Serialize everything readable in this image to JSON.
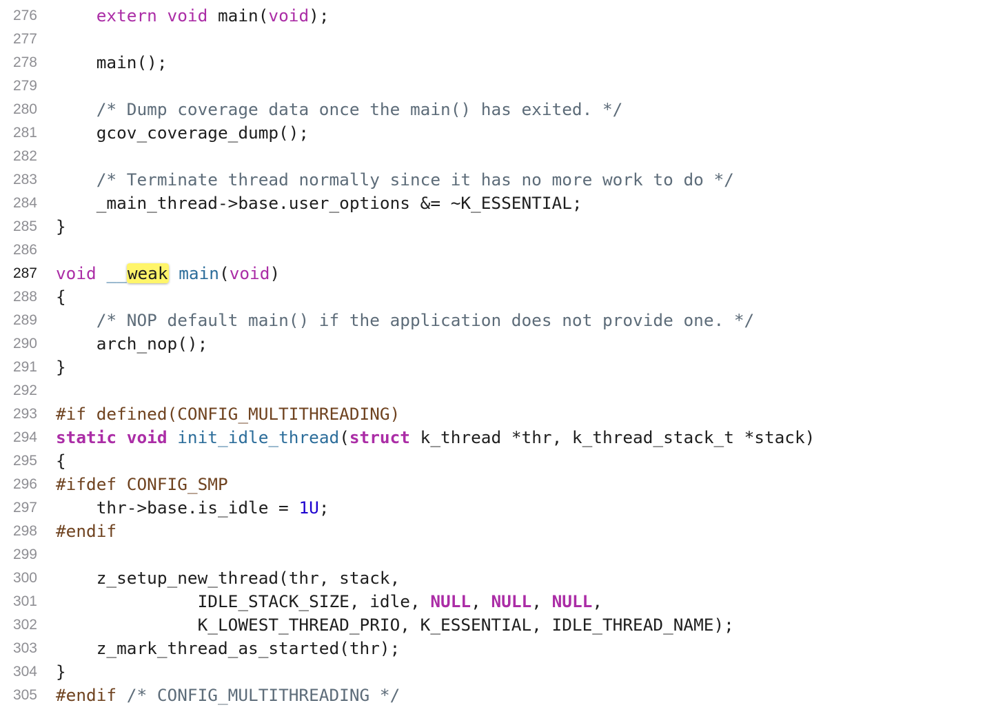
{
  "current_line": 287,
  "colors": {
    "keyword": "#ab2da6",
    "preprocessor": "#6f4320",
    "comment": "#5d6c79",
    "function_decl": "#2c6d9a",
    "number": "#1c00cf",
    "plain": "#1e1e1e",
    "line_number": "#8e8e93",
    "highlight": "#fff56a"
  },
  "lines": [
    {
      "n": "276",
      "tokens": [
        {
          "t": "    "
        },
        {
          "t": "extern",
          "c": "kw2"
        },
        {
          "t": " "
        },
        {
          "t": "void",
          "c": "kw2"
        },
        {
          "t": " main("
        },
        {
          "t": "void",
          "c": "kw2"
        },
        {
          "t": ");"
        }
      ]
    },
    {
      "n": "277",
      "tokens": []
    },
    {
      "n": "278",
      "tokens": [
        {
          "t": "    main();"
        }
      ]
    },
    {
      "n": "279",
      "tokens": []
    },
    {
      "n": "280",
      "tokens": [
        {
          "t": "    "
        },
        {
          "t": "/* Dump coverage data once the main() has exited. */",
          "c": "cm"
        }
      ]
    },
    {
      "n": "281",
      "tokens": [
        {
          "t": "    gcov_coverage_dump();"
        }
      ]
    },
    {
      "n": "282",
      "tokens": []
    },
    {
      "n": "283",
      "tokens": [
        {
          "t": "    "
        },
        {
          "t": "/* Terminate thread normally since it has no more work to do */",
          "c": "cm"
        }
      ]
    },
    {
      "n": "284",
      "tokens": [
        {
          "t": "    _main_thread->base.user_options &= ~K_ESSENTIAL;"
        }
      ]
    },
    {
      "n": "285",
      "tokens": [
        {
          "t": "}"
        }
      ]
    },
    {
      "n": "286",
      "tokens": []
    },
    {
      "n": "287",
      "tokens": [
        {
          "t": "void",
          "c": "kw2"
        },
        {
          "t": " "
        },
        {
          "t": "__",
          "c": "fn"
        },
        {
          "t": "weak",
          "c": "hl"
        },
        {
          "t": " "
        },
        {
          "t": "main",
          "c": "fn"
        },
        {
          "t": "("
        },
        {
          "t": "void",
          "c": "kw2"
        },
        {
          "t": ")"
        }
      ]
    },
    {
      "n": "288",
      "tokens": [
        {
          "t": "{"
        }
      ]
    },
    {
      "n": "289",
      "tokens": [
        {
          "t": "    "
        },
        {
          "t": "/* NOP default main() if the application does not provide one. */",
          "c": "cm"
        }
      ]
    },
    {
      "n": "290",
      "tokens": [
        {
          "t": "    arch_nop();"
        }
      ]
    },
    {
      "n": "291",
      "tokens": [
        {
          "t": "}"
        }
      ]
    },
    {
      "n": "292",
      "tokens": []
    },
    {
      "n": "293",
      "tokens": [
        {
          "t": "#if defined(CONFIG_MULTITHREADING)",
          "c": "pp"
        }
      ]
    },
    {
      "n": "294",
      "tokens": [
        {
          "t": "static",
          "c": "kw"
        },
        {
          "t": " "
        },
        {
          "t": "void",
          "c": "kw"
        },
        {
          "t": " "
        },
        {
          "t": "init_idle_thread",
          "c": "fn"
        },
        {
          "t": "("
        },
        {
          "t": "struct",
          "c": "kw"
        },
        {
          "t": " k_thread *thr, k_thread_stack_t *stack)"
        }
      ]
    },
    {
      "n": "295",
      "tokens": [
        {
          "t": "{"
        }
      ]
    },
    {
      "n": "296",
      "tokens": [
        {
          "t": "#ifdef CONFIG_SMP",
          "c": "pp"
        }
      ]
    },
    {
      "n": "297",
      "tokens": [
        {
          "t": "    thr->base.is_idle = "
        },
        {
          "t": "1U",
          "c": "num"
        },
        {
          "t": ";"
        }
      ]
    },
    {
      "n": "298",
      "tokens": [
        {
          "t": "#endif",
          "c": "pp"
        }
      ]
    },
    {
      "n": "299",
      "tokens": []
    },
    {
      "n": "300",
      "tokens": [
        {
          "t": "    z_setup_new_thread(thr, stack,"
        }
      ]
    },
    {
      "n": "301",
      "tokens": [
        {
          "t": "              IDLE_STACK_SIZE, idle, "
        },
        {
          "t": "NULL",
          "c": "kw"
        },
        {
          "t": ", "
        },
        {
          "t": "NULL",
          "c": "kw"
        },
        {
          "t": ", "
        },
        {
          "t": "NULL",
          "c": "kw"
        },
        {
          "t": ","
        }
      ]
    },
    {
      "n": "302",
      "tokens": [
        {
          "t": "              K_LOWEST_THREAD_PRIO, K_ESSENTIAL, IDLE_THREAD_NAME);"
        }
      ]
    },
    {
      "n": "303",
      "tokens": [
        {
          "t": "    z_mark_thread_as_started(thr);"
        }
      ]
    },
    {
      "n": "304",
      "tokens": [
        {
          "t": "}"
        }
      ]
    },
    {
      "n": "305",
      "tokens": [
        {
          "t": "#endif",
          "c": "pp"
        },
        {
          "t": " "
        },
        {
          "t": "/* CONFIG_MULTITHREADING */",
          "c": "cm"
        }
      ]
    }
  ]
}
